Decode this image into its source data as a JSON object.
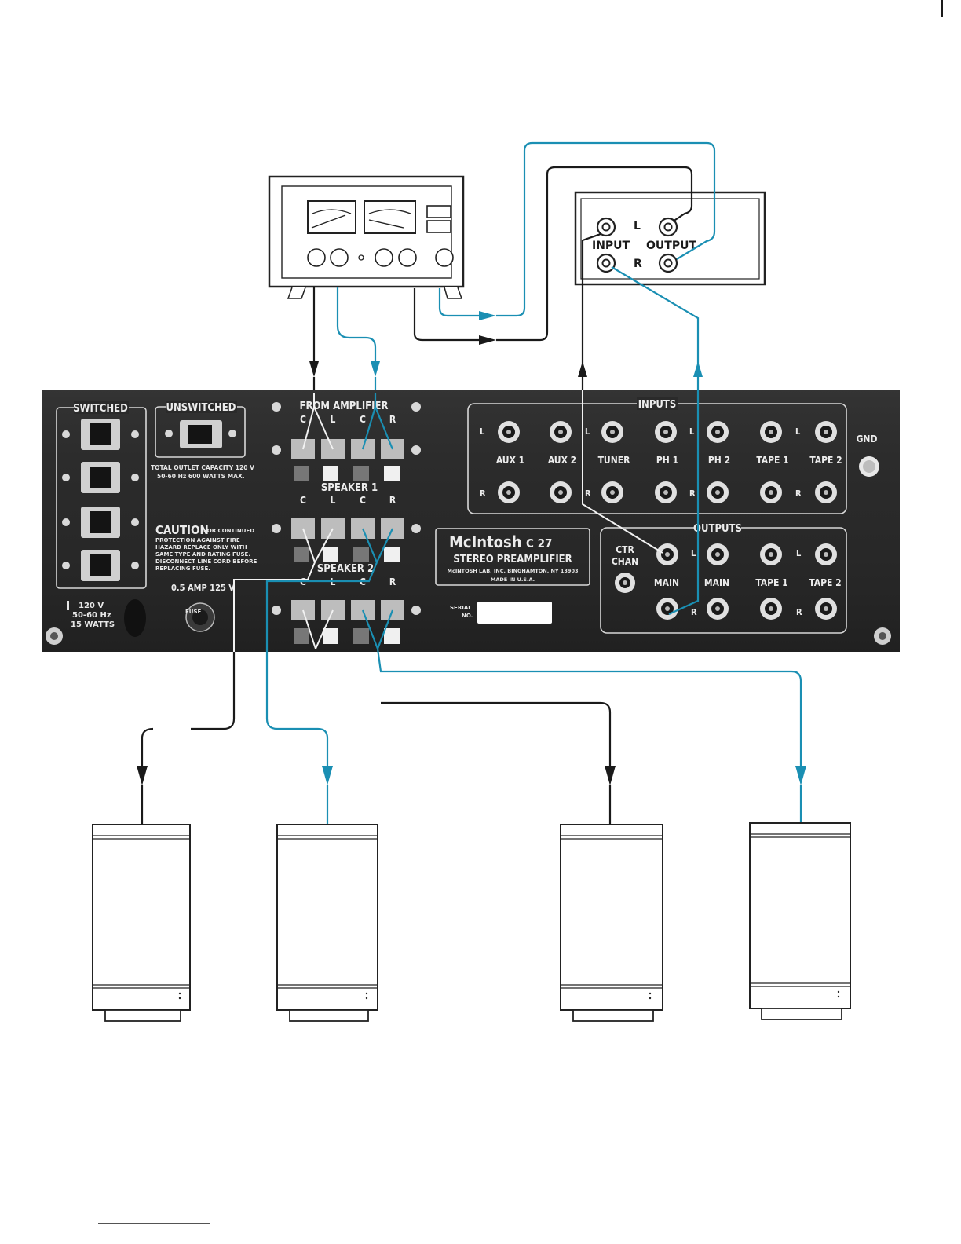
{
  "preamp": {
    "switched": "SWITCHED",
    "unswitched": "UNSWITCHED",
    "outlet_capacity_1": "TOTAL OUTLET CAPACITY 120 V",
    "outlet_capacity_2": "50-60 Hz    600 WATTS MAX.",
    "caution_title": "CAUTION",
    "caution_l1": "FOR CONTINUED",
    "caution_l2": "PROTECTION AGAINST FIRE",
    "caution_l3": "HAZARD REPLACE ONLY WITH",
    "caution_l4": "SAME TYPE AND RATING FUSE.",
    "caution_l5": "DISCONNECT LINE CORD BEFORE",
    "caution_l6": "REPLACING FUSE.",
    "fuse_rating": "0.5 AMP 125 V",
    "fuse_label": "FUSE",
    "power_1": "120 V",
    "power_2": "50-60 Hz",
    "power_3": "15 WATTS",
    "from_amplifier": "FROM AMPLIFIER",
    "speaker1": "SPEAKER 1",
    "speaker2": "SPEAKER 2",
    "col_c": "C",
    "col_l": "L",
    "col_r": "R",
    "inputs": "INPUTS",
    "outputs": "OUTPUTS",
    "gnd": "GND",
    "aux1": "AUX 1",
    "aux2": "AUX 2",
    "tuner": "TUNER",
    "ph1": "PH 1",
    "ph2": "PH 2",
    "tape1": "TAPE 1",
    "tape2": "TAPE 2",
    "main": "MAIN",
    "ctr_chan_1": "CTR",
    "ctr_chan_2": "CHAN",
    "brand": "McIntosh",
    "model": "C 27",
    "product": "STEREO PREAMPLIFIER",
    "address": "McINTOSH LAB. INC. BINGHAMTON, NY 13903",
    "made_in": "MADE IN U.S.A.",
    "serial_1": "SERIAL",
    "serial_2": "NO."
  },
  "processor": {
    "input": "INPUT",
    "output": "OUTPUT",
    "l": "L",
    "r": "R"
  },
  "colors": {
    "panel": "#2a2a2a",
    "wire_blue": "#1a8fb3",
    "wire_black": "#1a1a1a"
  }
}
